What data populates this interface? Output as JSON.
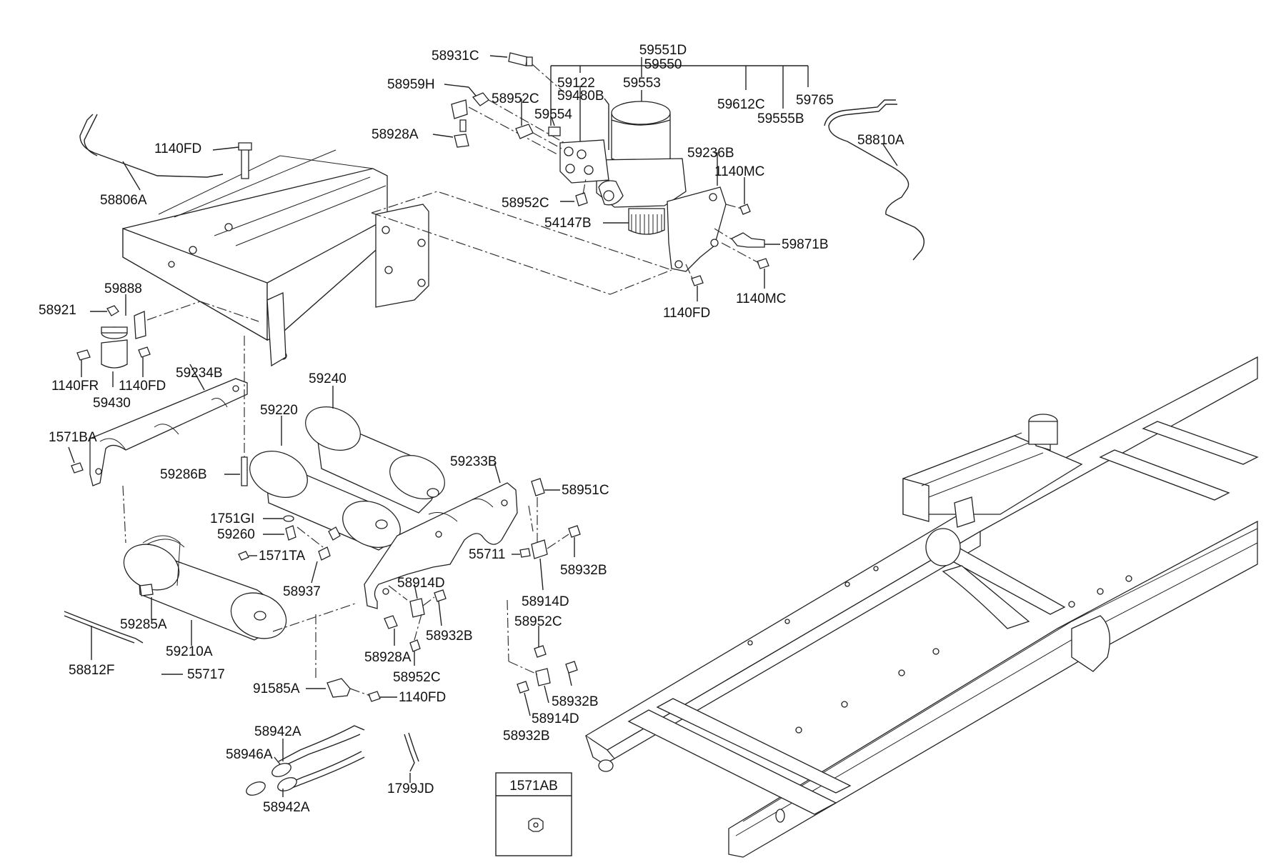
{
  "diagram": {
    "callouts": {
      "c59551D": "59551D",
      "c59550": "59550",
      "c58931C": "58931C",
      "c59122": "59122",
      "c59553": "59553",
      "c58959H": "58959H",
      "c58952C_a": "58952C",
      "c59480B": "59480B",
      "c59554": "59554",
      "c59612C": "59612C",
      "c59765": "59765",
      "c59555B": "59555B",
      "c58928A_a": "58928A",
      "c58810A": "58810A",
      "c1140FD_a": "1140FD",
      "c59236B": "59236B",
      "c1140MC_a": "1140MC",
      "c58806A": "58806A",
      "c58952C_b": "58952C",
      "c54147B": "54147B",
      "c59871B": "59871B",
      "c1140MC_b": "1140MC",
      "c1140FD_b": "1140FD",
      "c59888": "59888",
      "c58921": "58921",
      "c1140FR": "1140FR",
      "c1140FD_c": "1140FD",
      "c59430": "59430",
      "c59234B": "59234B",
      "c59240": "59240",
      "c59220": "59220",
      "c1571BA": "1571BA",
      "c59286B": "59286B",
      "c59233B": "59233B",
      "c58951C": "58951C",
      "c1751GI": "1751GI",
      "c59260": "59260",
      "c1571TA": "1571TA",
      "c55711": "55711",
      "c58932B_a": "58932B",
      "c58937": "58937",
      "c58914D_a": "58914D",
      "c58914D_b": "58914D",
      "c59285A": "59285A",
      "c58932B_b": "58932B",
      "c58952C_c": "58952C",
      "c59210A": "59210A",
      "c58928A_b": "58928A",
      "c58812F": "58812F",
      "c55717": "55717",
      "c58952C_d": "58952C",
      "c91585A": "91585A",
      "c1140FD_d": "1140FD",
      "c58932B_c": "58932B",
      "c58914D_c": "58914D",
      "c58932B_d": "58932B",
      "c58942A_a": "58942A",
      "c58946A": "58946A",
      "c1799JD": "1799JD",
      "c58942A_b": "58942A",
      "c1571AB": "1571AB"
    }
  }
}
